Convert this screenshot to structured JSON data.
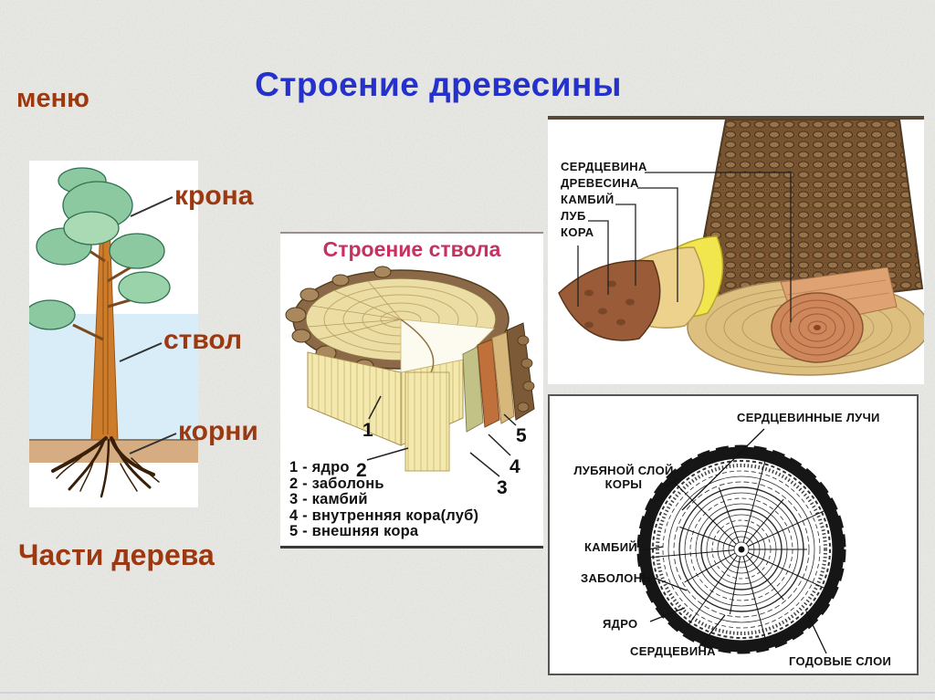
{
  "slide": {
    "title": "Строение древесины",
    "menu": "меню",
    "parts_caption": "Части дерева"
  },
  "tree": {
    "crown": "крона",
    "trunk": "ствол",
    "roots": "корни"
  },
  "trunk_diagram": {
    "title": "Строение ствола",
    "markers": [
      "1",
      "2",
      "3",
      "4",
      "5"
    ],
    "legend": [
      "1 - ядро",
      "2 - заболонь",
      "3 - камбий",
      "4 - внутренняя кора(луб)",
      "5 - внешняя кора"
    ]
  },
  "log_diagram": {
    "labels": [
      "СЕРДЦЕВИНА",
      "ДРЕВЕСИНА",
      "КАМБИЙ",
      "ЛУБ",
      "КОРА"
    ]
  },
  "section_diagram": {
    "ray_label": "СЕРДЦЕВИННЫЕ ЛУЧИ",
    "bast_label": "ЛУБЯНОЙ СЛОЙ КОРЫ",
    "cambium_label": "КАМБИЙ",
    "sapwood_label": "ЗАБОЛОНЬ",
    "core_label": "ЯДРО",
    "pith_label": "СЕРДЦЕВИНА",
    "rings_label": "ГОДОВЫЕ СЛОИ"
  },
  "colors": {
    "title_blue": "#2531cc",
    "label_red": "#9c3911",
    "trunk_title_pink": "#c83060",
    "background": "#ebebe7"
  }
}
